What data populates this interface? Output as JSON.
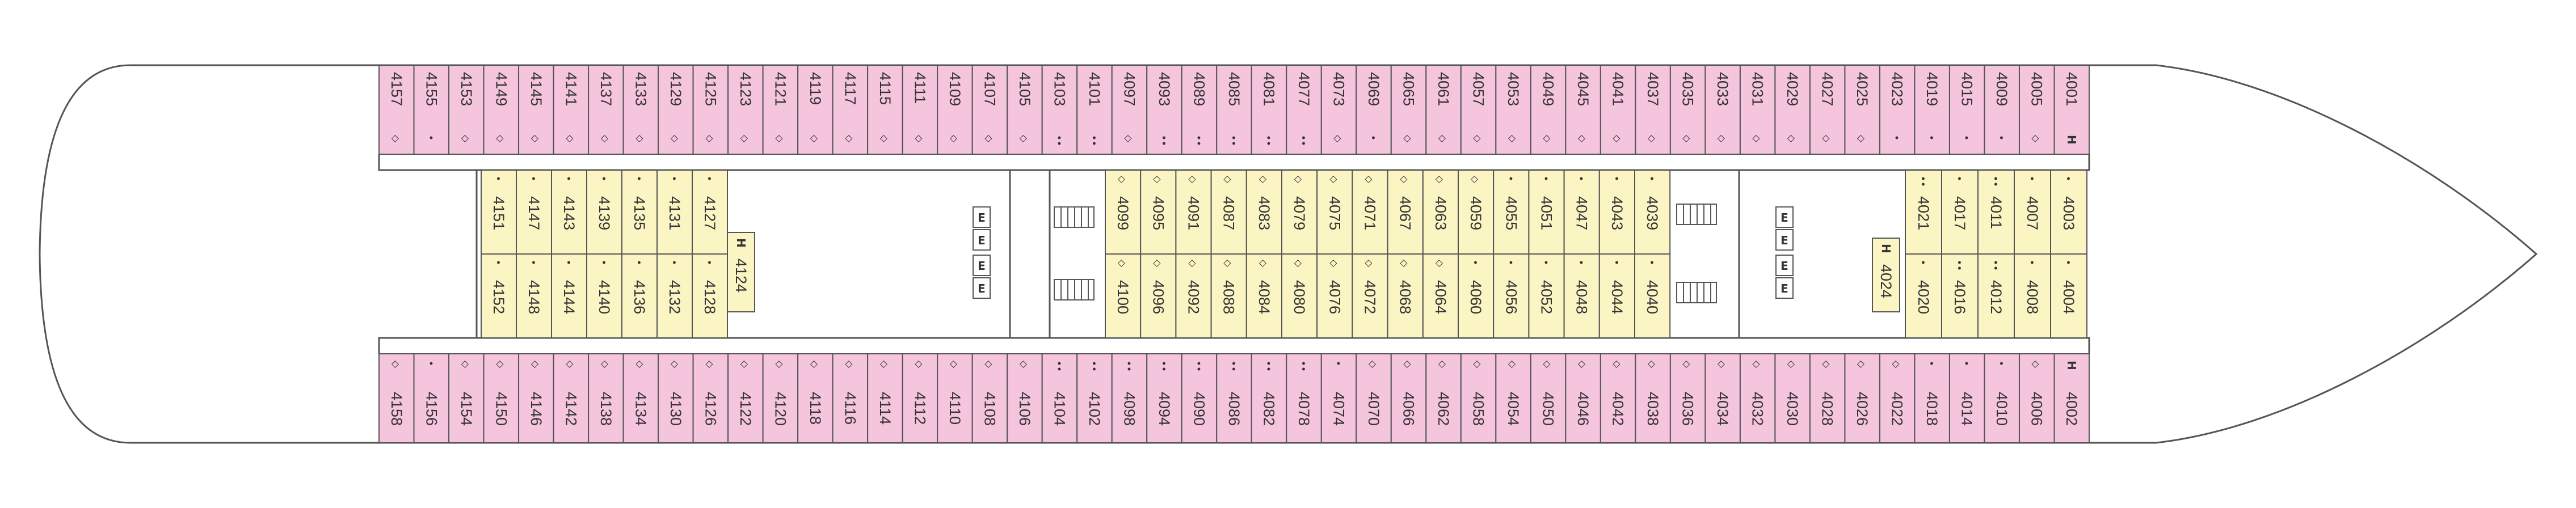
{
  "colors": {
    "outer_cabin": "#f5c4dd",
    "inner_cabin": "#fbf5c4",
    "outline": "#555555",
    "background": "#ffffff"
  },
  "legend_markers": {
    "diamond": "◇",
    "dot": "•",
    "accessible": "H"
  },
  "elevator_label": "E",
  "top_row": [
    {
      "label": "4157",
      "marks": [
        "diamond"
      ]
    },
    {
      "label": "4155",
      "marks": [
        "dot"
      ]
    },
    {
      "label": "4153",
      "marks": [
        "diamond"
      ]
    },
    {
      "label": "4149",
      "marks": [
        "diamond"
      ]
    },
    {
      "label": "4145",
      "marks": [
        "diamond"
      ]
    },
    {
      "label": "4141",
      "marks": [
        "diamond"
      ]
    },
    {
      "label": "4137",
      "marks": [
        "diamond"
      ]
    },
    {
      "label": "4133",
      "marks": [
        "diamond"
      ]
    },
    {
      "label": "4129",
      "marks": [
        "diamond"
      ]
    },
    {
      "label": "4125",
      "marks": [
        "diamond"
      ]
    },
    {
      "label": "4123",
      "marks": [
        "diamond"
      ]
    },
    {
      "label": "4121",
      "marks": [
        "diamond"
      ]
    },
    {
      "label": "4119",
      "marks": [
        "diamond"
      ]
    },
    {
      "label": "4117",
      "marks": [
        "diamond"
      ]
    },
    {
      "label": "4115",
      "marks": [
        "diamond"
      ]
    },
    {
      "label": "4111",
      "marks": [
        "diamond"
      ]
    },
    {
      "label": "4109",
      "marks": [
        "diamond"
      ]
    },
    {
      "label": "4107",
      "marks": [
        "diamond"
      ]
    },
    {
      "label": "4105",
      "marks": [
        "diamond"
      ]
    },
    {
      "label": "4103",
      "marks": [
        "dot",
        "dot"
      ]
    },
    {
      "label": "4101",
      "marks": [
        "dot",
        "dot"
      ]
    },
    {
      "label": "4097",
      "marks": [
        "diamond"
      ]
    },
    {
      "label": "4093",
      "marks": [
        "dot",
        "dot"
      ]
    },
    {
      "label": "4089",
      "marks": [
        "dot",
        "dot"
      ]
    },
    {
      "label": "4085",
      "marks": [
        "dot",
        "dot"
      ]
    },
    {
      "label": "4081",
      "marks": [
        "dot",
        "dot"
      ]
    },
    {
      "label": "4077",
      "marks": [
        "dot",
        "dot"
      ]
    },
    {
      "label": "4073",
      "marks": [
        "diamond"
      ]
    },
    {
      "label": "4069",
      "marks": [
        "dot"
      ]
    },
    {
      "label": "4065",
      "marks": [
        "diamond"
      ]
    },
    {
      "label": "4061",
      "marks": [
        "diamond"
      ]
    },
    {
      "label": "4057",
      "marks": [
        "diamond"
      ]
    },
    {
      "label": "4053",
      "marks": [
        "diamond"
      ]
    },
    {
      "label": "4049",
      "marks": [
        "diamond"
      ]
    },
    {
      "label": "4045",
      "marks": [
        "diamond"
      ]
    },
    {
      "label": "4041",
      "marks": [
        "diamond"
      ]
    },
    {
      "label": "4037",
      "marks": [
        "diamond"
      ]
    },
    {
      "label": "4035",
      "marks": [
        "diamond"
      ]
    },
    {
      "label": "4033",
      "marks": [
        "diamond"
      ]
    },
    {
      "label": "4031",
      "marks": [
        "diamond"
      ]
    },
    {
      "label": "4029",
      "marks": [
        "diamond"
      ]
    },
    {
      "label": "4027",
      "marks": [
        "diamond"
      ]
    },
    {
      "label": "4025",
      "marks": [
        "diamond"
      ]
    },
    {
      "label": "4023",
      "marks": [
        "dot"
      ]
    },
    {
      "label": "4019",
      "marks": [
        "dot"
      ]
    },
    {
      "label": "4015",
      "marks": [
        "dot"
      ]
    },
    {
      "label": "4009",
      "marks": [
        "dot"
      ]
    },
    {
      "label": "4005",
      "marks": [
        "diamond"
      ]
    },
    {
      "label": "4001",
      "marks": [
        "accessible"
      ]
    }
  ],
  "bottom_row": [
    {
      "label": "4158",
      "marks": [
        "diamond"
      ]
    },
    {
      "label": "4156",
      "marks": [
        "dot"
      ]
    },
    {
      "label": "4154",
      "marks": [
        "diamond"
      ]
    },
    {
      "label": "4150",
      "marks": [
        "diamond"
      ]
    },
    {
      "label": "4146",
      "marks": [
        "diamond"
      ]
    },
    {
      "label": "4142",
      "marks": [
        "diamond"
      ]
    },
    {
      "label": "4138",
      "marks": [
        "diamond"
      ]
    },
    {
      "label": "4134",
      "marks": [
        "diamond"
      ]
    },
    {
      "label": "4130",
      "marks": [
        "diamond"
      ]
    },
    {
      "label": "4126",
      "marks": [
        "diamond"
      ]
    },
    {
      "label": "4122",
      "marks": [
        "diamond"
      ]
    },
    {
      "label": "4120",
      "marks": [
        "diamond"
      ]
    },
    {
      "label": "4118",
      "marks": [
        "diamond"
      ]
    },
    {
      "label": "4116",
      "marks": [
        "diamond"
      ]
    },
    {
      "label": "4114",
      "marks": [
        "diamond"
      ]
    },
    {
      "label": "4112",
      "marks": [
        "diamond"
      ]
    },
    {
      "label": "4110",
      "marks": [
        "diamond"
      ]
    },
    {
      "label": "4108",
      "marks": [
        "diamond"
      ]
    },
    {
      "label": "4106",
      "marks": [
        "diamond"
      ]
    },
    {
      "label": "4104",
      "marks": [
        "dot",
        "dot"
      ]
    },
    {
      "label": "4102",
      "marks": [
        "dot",
        "dot"
      ]
    },
    {
      "label": "4098",
      "marks": [
        "dot",
        "dot"
      ]
    },
    {
      "label": "4094",
      "marks": [
        "dot",
        "dot"
      ]
    },
    {
      "label": "4090",
      "marks": [
        "dot",
        "dot"
      ]
    },
    {
      "label": "4086",
      "marks": [
        "dot",
        "dot"
      ]
    },
    {
      "label": "4082",
      "marks": [
        "dot",
        "dot"
      ]
    },
    {
      "label": "4078",
      "marks": [
        "dot",
        "dot"
      ]
    },
    {
      "label": "4074",
      "marks": [
        "dot"
      ]
    },
    {
      "label": "4070",
      "marks": [
        "diamond"
      ]
    },
    {
      "label": "4066",
      "marks": [
        "diamond"
      ]
    },
    {
      "label": "4062",
      "marks": [
        "diamond"
      ]
    },
    {
      "label": "4058",
      "marks": [
        "diamond"
      ]
    },
    {
      "label": "4054",
      "marks": [
        "diamond"
      ]
    },
    {
      "label": "4050",
      "marks": [
        "diamond"
      ]
    },
    {
      "label": "4046",
      "marks": [
        "diamond"
      ]
    },
    {
      "label": "4042",
      "marks": [
        "diamond"
      ]
    },
    {
      "label": "4038",
      "marks": [
        "diamond"
      ]
    },
    {
      "label": "4036",
      "marks": [
        "diamond"
      ]
    },
    {
      "label": "4034",
      "marks": [
        "diamond"
      ]
    },
    {
      "label": "4032",
      "marks": [
        "diamond"
      ]
    },
    {
      "label": "4030",
      "marks": [
        "diamond"
      ]
    },
    {
      "label": "4028",
      "marks": [
        "diamond"
      ]
    },
    {
      "label": "4026",
      "marks": [
        "diamond"
      ]
    },
    {
      "label": "4022",
      "marks": [
        "diamond"
      ]
    },
    {
      "label": "4018",
      "marks": [
        "dot"
      ]
    },
    {
      "label": "4014",
      "marks": [
        "dot"
      ]
    },
    {
      "label": "4010",
      "marks": [
        "dot"
      ]
    },
    {
      "label": "4006",
      "marks": [
        "diamond"
      ]
    },
    {
      "label": "4002",
      "marks": [
        "accessible"
      ]
    }
  ],
  "inner_aft": {
    "upper": [
      {
        "label": "4151",
        "marks": [
          "dot"
        ]
      },
      {
        "label": "4147",
        "marks": [
          "dot"
        ]
      },
      {
        "label": "4143",
        "marks": [
          "dot"
        ]
      },
      {
        "label": "4139",
        "marks": [
          "dot"
        ]
      },
      {
        "label": "4135",
        "marks": [
          "dot"
        ]
      },
      {
        "label": "4131",
        "marks": [
          "dot"
        ]
      },
      {
        "label": "4127",
        "marks": [
          "dot"
        ]
      }
    ],
    "lower": [
      {
        "label": "4152",
        "marks": [
          "dot"
        ]
      },
      {
        "label": "4148",
        "marks": [
          "dot"
        ]
      },
      {
        "label": "4144",
        "marks": [
          "dot"
        ]
      },
      {
        "label": "4140",
        "marks": [
          "dot"
        ]
      },
      {
        "label": "4136",
        "marks": [
          "dot"
        ]
      },
      {
        "label": "4132",
        "marks": [
          "dot"
        ]
      },
      {
        "label": "4128",
        "marks": [
          "dot"
        ]
      }
    ],
    "accessible": {
      "label": "4124",
      "marks": [
        "accessible"
      ]
    }
  },
  "inner_mid": {
    "upper": [
      {
        "label": "4099",
        "marks": [
          "diamond"
        ]
      },
      {
        "label": "4095",
        "marks": [
          "diamond"
        ]
      },
      {
        "label": "4091",
        "marks": [
          "diamond"
        ]
      },
      {
        "label": "4087",
        "marks": [
          "diamond"
        ]
      },
      {
        "label": "4083",
        "marks": [
          "diamond"
        ]
      },
      {
        "label": "4079",
        "marks": [
          "diamond"
        ]
      },
      {
        "label": "4075",
        "marks": [
          "diamond"
        ]
      },
      {
        "label": "4071",
        "marks": [
          "diamond"
        ]
      },
      {
        "label": "4067",
        "marks": [
          "diamond"
        ]
      },
      {
        "label": "4063",
        "marks": [
          "diamond"
        ]
      },
      {
        "label": "4059",
        "marks": [
          "diamond"
        ]
      },
      {
        "label": "4055",
        "marks": [
          "dot"
        ]
      },
      {
        "label": "4051",
        "marks": [
          "dot"
        ]
      },
      {
        "label": "4047",
        "marks": [
          "dot"
        ]
      },
      {
        "label": "4043",
        "marks": [
          "dot"
        ]
      },
      {
        "label": "4039",
        "marks": [
          "dot"
        ]
      }
    ],
    "lower": [
      {
        "label": "4100",
        "marks": [
          "diamond"
        ]
      },
      {
        "label": "4096",
        "marks": [
          "diamond"
        ]
      },
      {
        "label": "4092",
        "marks": [
          "diamond"
        ]
      },
      {
        "label": "4088",
        "marks": [
          "diamond"
        ]
      },
      {
        "label": "4084",
        "marks": [
          "diamond"
        ]
      },
      {
        "label": "4080",
        "marks": [
          "diamond"
        ]
      },
      {
        "label": "4076",
        "marks": [
          "diamond"
        ]
      },
      {
        "label": "4072",
        "marks": [
          "diamond"
        ]
      },
      {
        "label": "4068",
        "marks": [
          "diamond"
        ]
      },
      {
        "label": "4064",
        "marks": [
          "diamond"
        ]
      },
      {
        "label": "4060",
        "marks": [
          "dot"
        ]
      },
      {
        "label": "4056",
        "marks": [
          "dot"
        ]
      },
      {
        "label": "4052",
        "marks": [
          "dot"
        ]
      },
      {
        "label": "4048",
        "marks": [
          "dot"
        ]
      },
      {
        "label": "4044",
        "marks": [
          "dot"
        ]
      },
      {
        "label": "4040",
        "marks": [
          "dot"
        ]
      }
    ]
  },
  "inner_fwd": {
    "accessible": {
      "label": "4024",
      "marks": [
        "accessible"
      ]
    },
    "upper": [
      {
        "label": "4021",
        "marks": [
          "dot",
          "dot"
        ]
      },
      {
        "label": "4017",
        "marks": [
          "dot"
        ]
      },
      {
        "label": "4011",
        "marks": [
          "dot",
          "dot"
        ]
      },
      {
        "label": "4007",
        "marks": [
          "dot"
        ]
      },
      {
        "label": "4003",
        "marks": [
          "dot"
        ]
      }
    ],
    "lower": [
      {
        "label": "4020",
        "marks": [
          "dot"
        ]
      },
      {
        "label": "4016",
        "marks": [
          "dot",
          "dot"
        ]
      },
      {
        "label": "4012",
        "marks": [
          "dot",
          "dot"
        ]
      },
      {
        "label": "4008",
        "marks": [
          "dot"
        ]
      },
      {
        "label": "4004",
        "marks": [
          "dot"
        ]
      }
    ]
  }
}
